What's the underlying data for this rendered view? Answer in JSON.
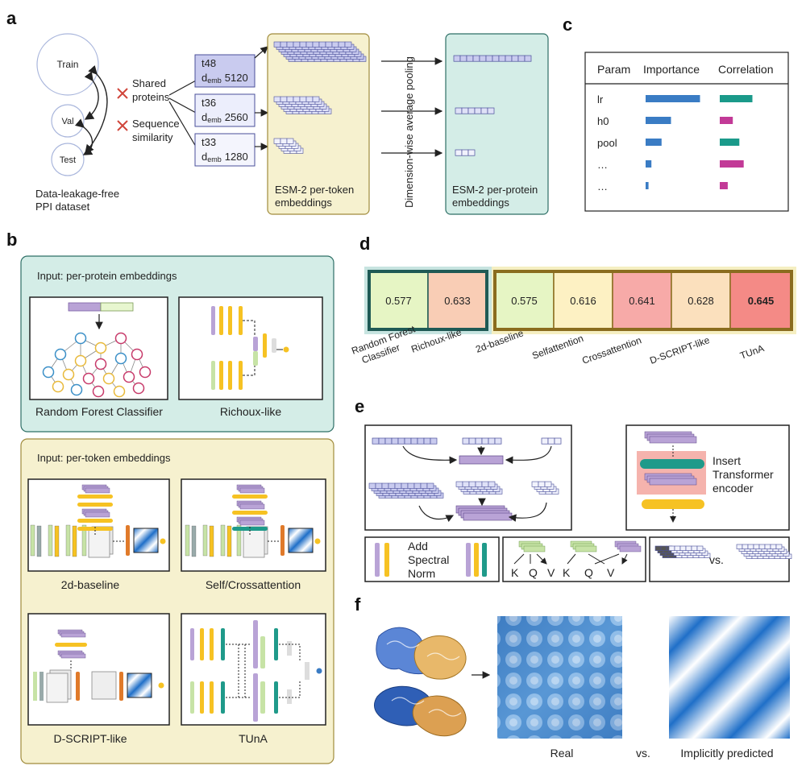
{
  "panel_labels": {
    "a": "a",
    "b": "b",
    "c": "c",
    "d": "d",
    "e": "e",
    "f": "f"
  },
  "panel_a": {
    "circles": [
      "Train",
      "Val",
      "Test"
    ],
    "dataset_caption": [
      "Data-leakage-free",
      "PPI dataset"
    ],
    "constraints": [
      [
        "Shared",
        "proteins"
      ],
      [
        "Sequence",
        "similarity"
      ]
    ],
    "models": [
      {
        "name": "t48",
        "demb_prefix": "d",
        "demb_sub": "emb",
        "demb_value": "5120"
      },
      {
        "name": "t36",
        "demb_prefix": "d",
        "demb_sub": "emb",
        "demb_value": "2560"
      },
      {
        "name": "t33",
        "demb_prefix": "d",
        "demb_sub": "emb",
        "demb_value": "1280"
      }
    ],
    "per_token_caption": [
      "ESM-2 per-token",
      "embeddings"
    ],
    "pooling_label": "Dimension-wise average pooling",
    "per_protein_caption": [
      "ESM-2 per-protein",
      "embeddings"
    ],
    "colors": {
      "token_fill": "#c9cbef",
      "token_stroke": "#4a4f9a",
      "yellow_panel": "#f6f1cf",
      "teal_panel": "#d4ede7"
    }
  },
  "panel_b": {
    "group1_title": "Input: per-protein embeddings",
    "group1_models": [
      "Random Forest Classifier",
      "Richoux-like"
    ],
    "group2_title": "Input: per-token embeddings",
    "group2_models": [
      "2d-baseline",
      "Self/Crossattention",
      "D-SCRIPT-like",
      "TUnA"
    ],
    "colors": {
      "group1_bg": "#d4ede7",
      "group1_border": "#2e6f66",
      "group2_bg": "#f6f1cf",
      "group2_border": "#a08b3c",
      "purple": "#b9a3d6",
      "yellow": "#f6c223",
      "teal": "#1f9a8a",
      "orange": "#e07a2a",
      "green": "#c7e3a6"
    }
  },
  "panel_c": {
    "headers": [
      "Param",
      "Importance",
      "Correlation"
    ],
    "rows": [
      {
        "param": "lr",
        "importance": 0.75,
        "correlation": 0.45,
        "correlation_color": "#1a9a8a"
      },
      {
        "param": "h0",
        "importance": 0.35,
        "correlation": 0.18,
        "correlation_color": "#c23a97"
      },
      {
        "param": "pool",
        "importance": 0.22,
        "correlation": 0.27,
        "correlation_color": "#1a9a8a"
      },
      {
        "param": "…",
        "importance": 0.08,
        "correlation": 0.33,
        "correlation_color": "#c23a97"
      },
      {
        "param": "…",
        "importance": 0.04,
        "correlation": 0.11,
        "correlation_color": "#c23a97"
      }
    ],
    "importance_color": "#3a7cc4"
  },
  "panel_d": {
    "type": "table",
    "categories": [
      "Random Forest Classifier",
      "Richoux-like",
      "2d-baseline",
      "Selfattention",
      "Crossattention",
      "D-SCRIPT-like",
      "TUnA"
    ],
    "values": [
      "0.577",
      "0.633",
      "0.575",
      "0.616",
      "0.641",
      "0.628",
      "0.645"
    ],
    "cell_colors": [
      "#e6f5c4",
      "#f9cdb5",
      "#e6f5c4",
      "#fdf1c3",
      "#f7aaa8",
      "#fbe0bd",
      "#f48a86"
    ],
    "bold_index": 6,
    "group_colors": {
      "per_protein_bg": "#c7e4e0",
      "per_protein_border": "#1f5a55",
      "per_token_bg": "#f5efc2",
      "per_token_border": "#8a6c1e"
    }
  },
  "panel_e": {
    "insert_label": [
      "Insert",
      "Transformer",
      "encoder"
    ],
    "spectral_label": [
      "Add",
      "Spectral",
      "Norm"
    ],
    "kqv_labels": [
      "K",
      "Q",
      "V",
      "K",
      "Q",
      "V"
    ],
    "vs_label": "vs."
  },
  "panel_f": {
    "captions": [
      "Real",
      "vs.",
      "Implicitly predicted"
    ]
  }
}
